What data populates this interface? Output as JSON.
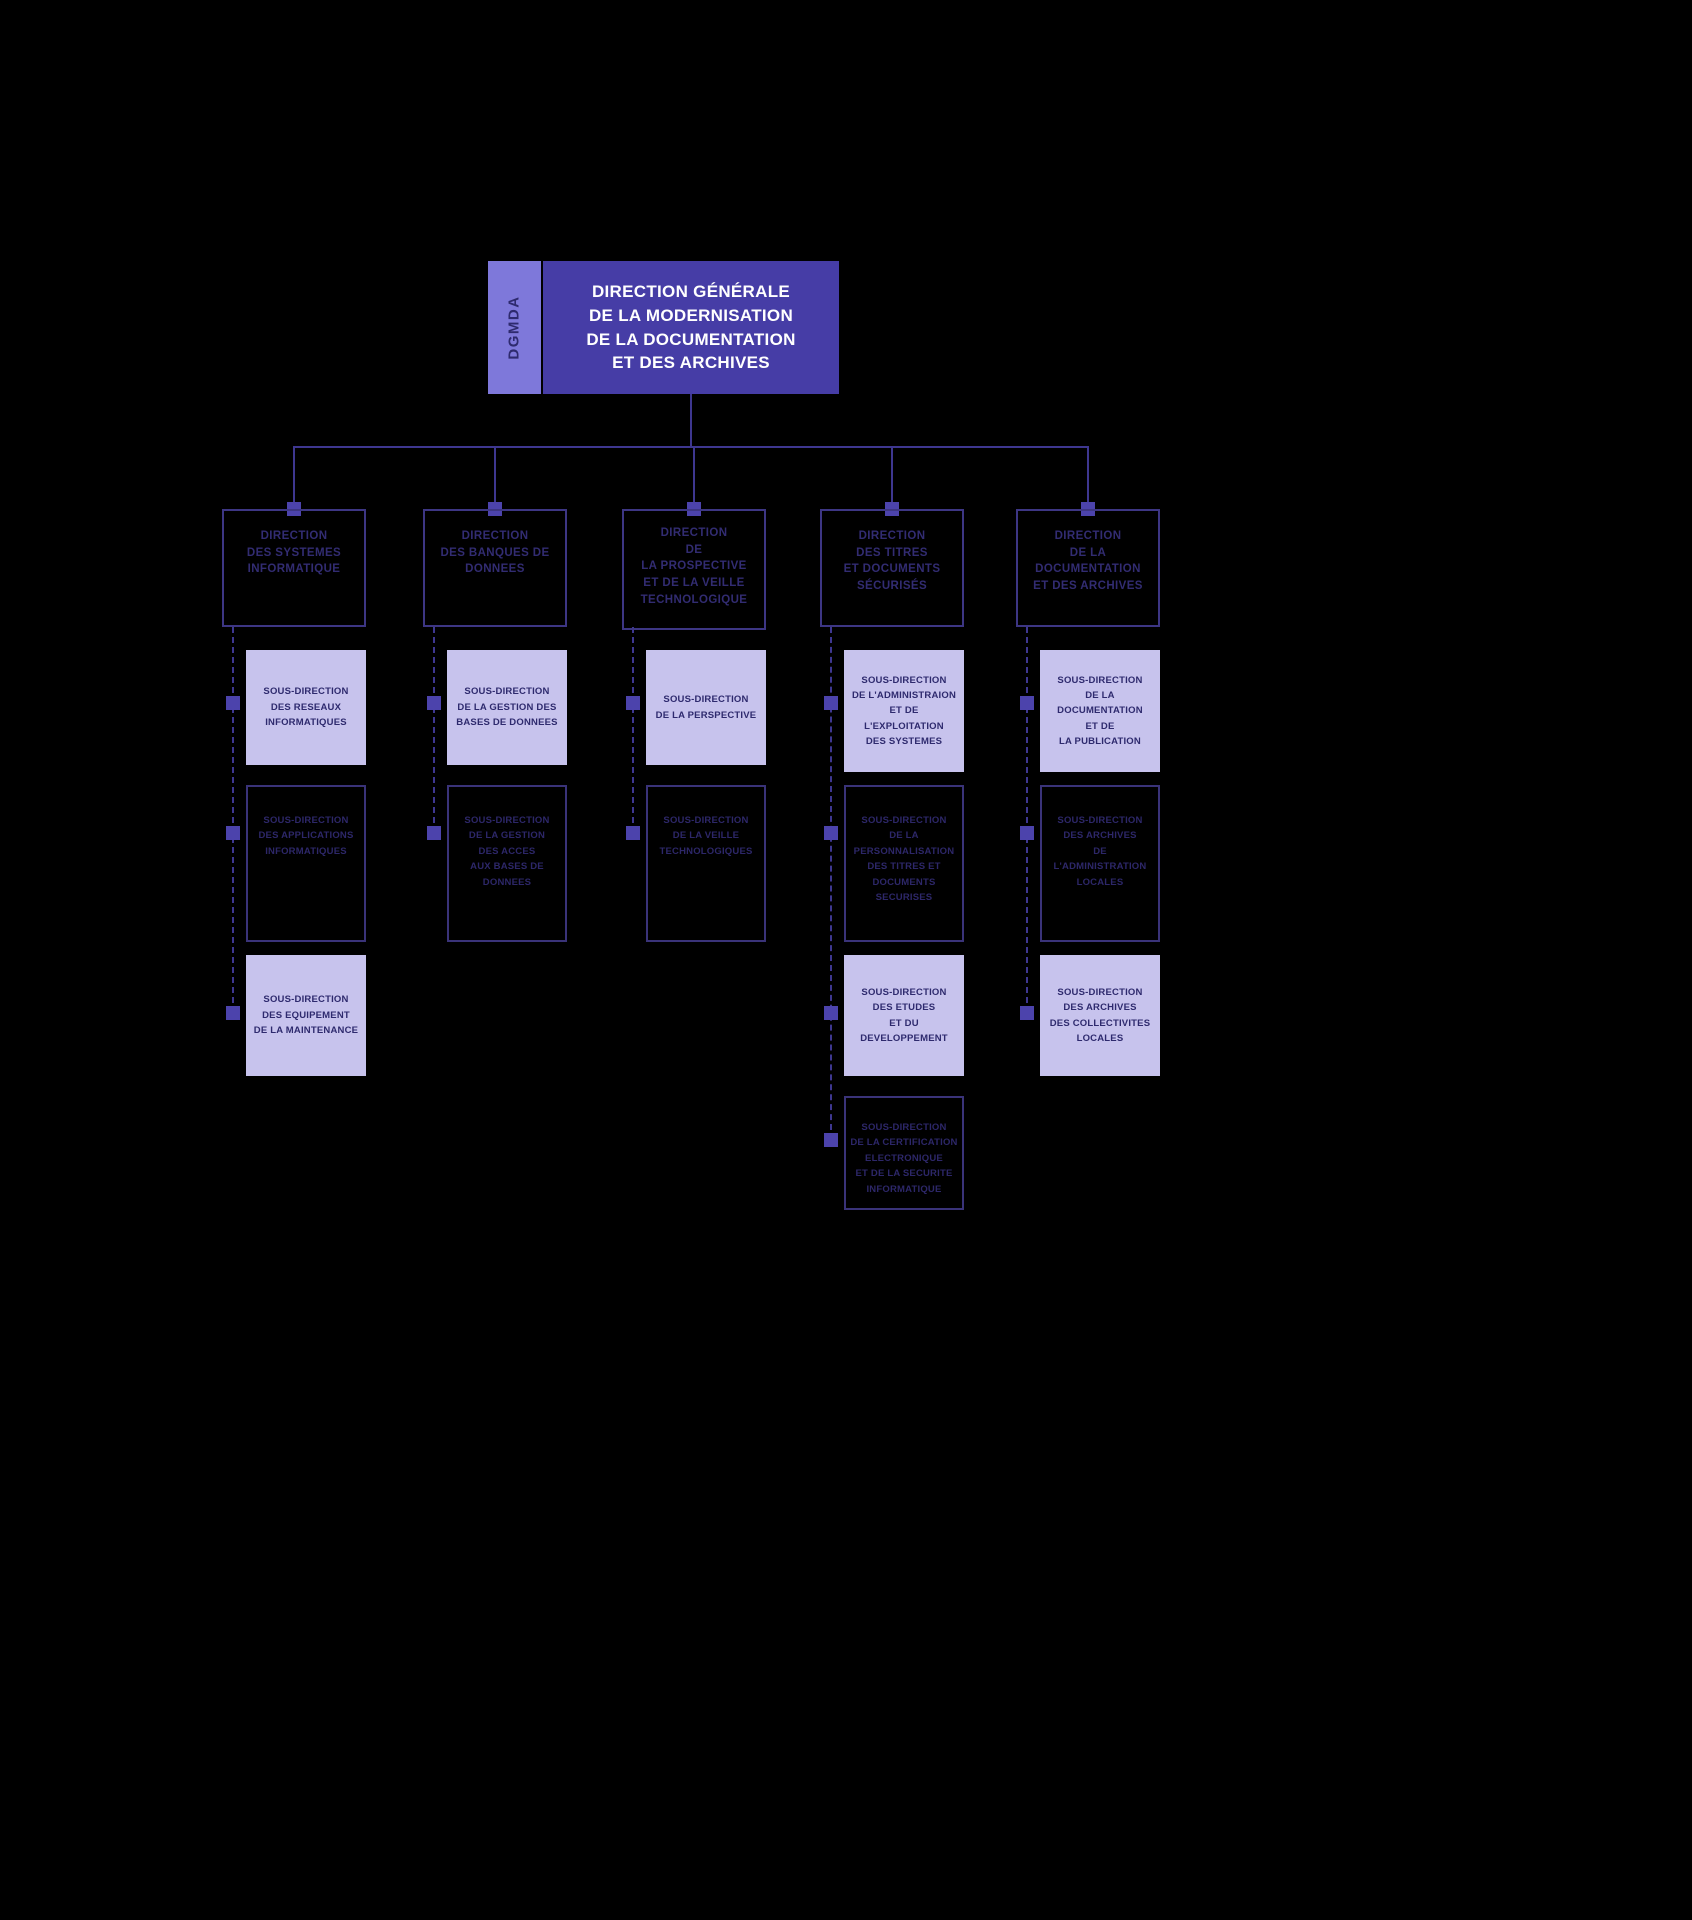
{
  "header": {
    "tag": "DGMDA",
    "title": "DIRECTION GÉNÉRALE\nDE LA MODERNISATION\nDE LA DOCUMENTATION\nET DES ARCHIVES"
  },
  "colors": {
    "background": "#000000",
    "root_fill": "#463DA6",
    "tag_fill": "#7E78DA",
    "sub_fill": "#C7C3ED",
    "outline_border": "#3A3379",
    "dark_text": "#2E2A6E",
    "root_text": "#FFFFFF",
    "connector_line": "#3E3790",
    "connector_square": "#4C43AC"
  },
  "columns": [
    {
      "direction": "DIRECTION\nDES SYSTEMES\nINFORMATIQUE",
      "subs": [
        {
          "label": "SOUS-DIRECTION\nDES RESEAUX\nINFORMATIQUES",
          "variant": "filled"
        },
        {
          "label": "SOUS-DIRECTION\nDES APPLICATIONS\nINFORMATIQUES",
          "variant": "outlined"
        },
        {
          "label": "SOUS-DIRECTION\nDES EQUIPEMENT\nDE LA MAINTENANCE",
          "variant": "filled"
        }
      ]
    },
    {
      "direction": "DIRECTION\nDES BANQUES DE\nDONNEES",
      "subs": [
        {
          "label": "SOUS-DIRECTION\nDE LA GESTION DES\nBASES DE DONNEES",
          "variant": "filled"
        },
        {
          "label": "SOUS-DIRECTION\nDE LA GESTION\nDES ACCES\nAUX BASES DE\nDONNEES",
          "variant": "outlined"
        }
      ]
    },
    {
      "direction": "DIRECTION\nDE\nLA PROSPECTIVE\nET DE LA VEILLE\nTECHNOLOGIQUE",
      "subs": [
        {
          "label": "SOUS-DIRECTION\nDE LA PERSPECTIVE",
          "variant": "filled"
        },
        {
          "label": "SOUS-DIRECTION\nDE LA VEILLE\nTECHNOLOGIQUES",
          "variant": "outlined"
        }
      ]
    },
    {
      "direction": "DIRECTION\nDES TITRES\nET DOCUMENTS\nSÉCURISÉS",
      "subs": [
        {
          "label": "SOUS-DIRECTION\nDE L'ADMINISTRAION\nET DE\nL'EXPLOITATION\nDES SYSTEMES",
          "variant": "filled"
        },
        {
          "label": "SOUS-DIRECTION\nDE LA\nPERSONNALISATION\nDES TITRES ET\nDOCUMENTS\nSECURISES",
          "variant": "outlined"
        },
        {
          "label": "SOUS-DIRECTION\nDES ETUDES\nET DU\nDEVELOPPEMENT",
          "variant": "filled"
        },
        {
          "label": "SOUS-DIRECTION\nDE LA CERTIFICATION\nELECTRONIQUE\nET DE LA SECURITE\nINFORMATIQUE",
          "variant": "outlined"
        }
      ]
    },
    {
      "direction": "DIRECTION\nDE LA\nDOCUMENTATION\nET DES ARCHIVES",
      "subs": [
        {
          "label": "SOUS-DIRECTION\nDE LA\nDOCUMENTATION\nET DE\nLA PUBLICATION",
          "variant": "filled"
        },
        {
          "label": "SOUS-DIRECTION\nDES ARCHIVES\nDE\nL'ADMINISTRATION\nLOCALES",
          "variant": "outlined"
        },
        {
          "label": "SOUS-DIRECTION\nDES ARCHIVES\nDES COLLECTIVITES\nLOCALES",
          "variant": "filled"
        }
      ]
    }
  ]
}
